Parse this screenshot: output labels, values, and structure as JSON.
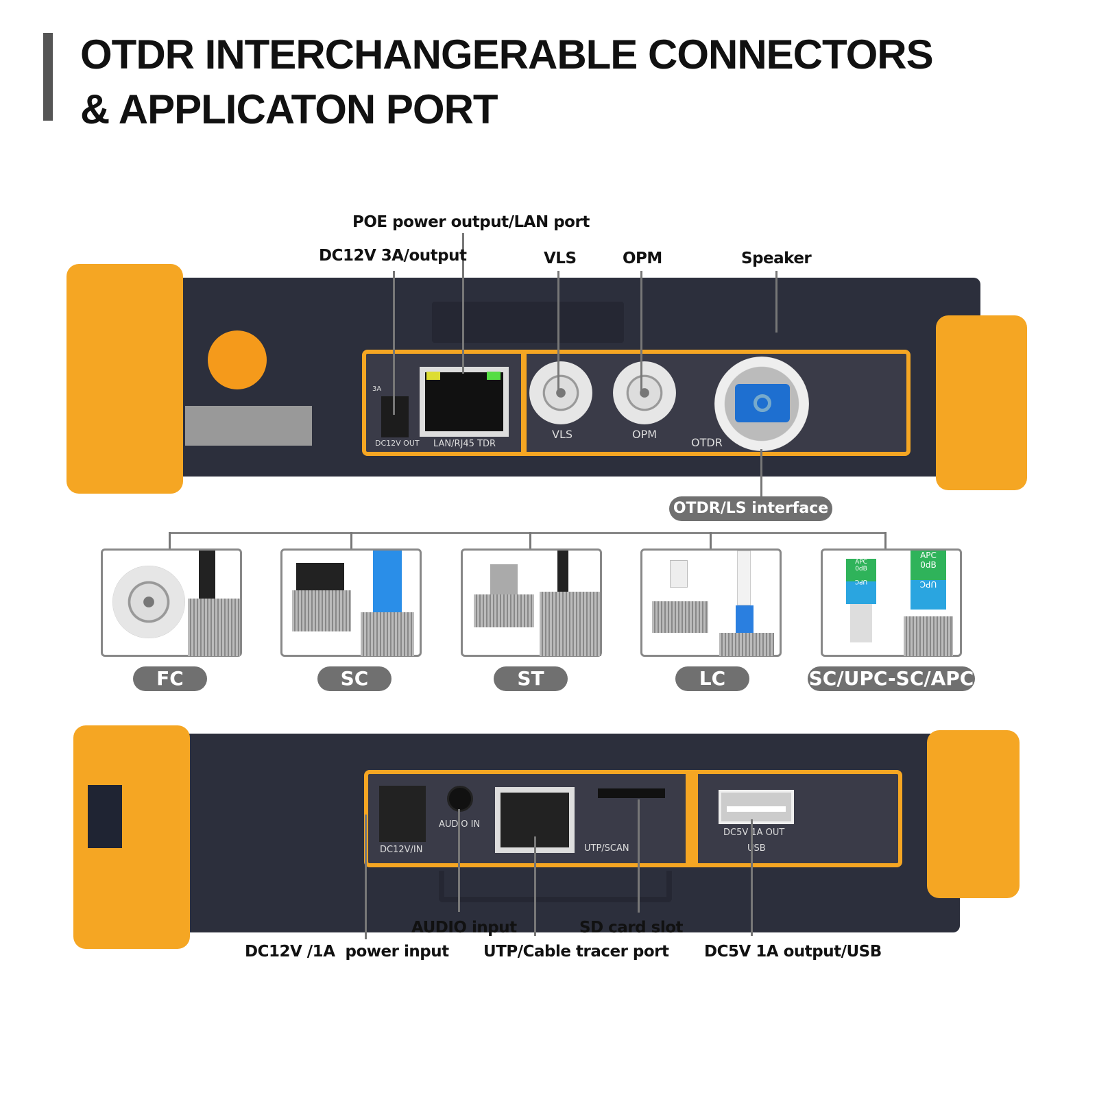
{
  "title": {
    "line1": "OTDR INTERCHANGERABLE CONNECTORS",
    "line2": "& APPLICATON PORT"
  },
  "top_device": {
    "callouts": {
      "poe": "POE power output/LAN port",
      "dc12v_out": "DC12V 3A/output",
      "vls": "VLS",
      "opm": "OPM",
      "speaker": "Speaker",
      "otdr_ls": "OTDR/LS interface"
    },
    "printed": {
      "a3": "3A",
      "dc12v_out": "DC12V OUT",
      "lan": "LAN/RJ45 TDR",
      "vls": "VLS",
      "opm": "OPM",
      "otdr": "OTDR"
    }
  },
  "connectors": [
    {
      "label": "FC"
    },
    {
      "label": "SC"
    },
    {
      "label": "ST"
    },
    {
      "label": "LC"
    },
    {
      "label": "SC/UPC-SC/APC"
    }
  ],
  "attenuator": {
    "apc": "APC",
    "db": "0dB",
    "upc": "UPC"
  },
  "bottom_device": {
    "callouts": {
      "audio": "AUDIO input",
      "sd": "SD card slot",
      "dc12v_in": "DC12V /1A  power input",
      "utp": "UTP/Cable tracer port",
      "usb": "DC5V 1A output/USB"
    },
    "printed": {
      "audio_in": "AUDIO IN",
      "dc12v_in": "DC12V/IN",
      "utp_scan": "UTP/SCAN",
      "dc5v": "DC5V 1A OUT",
      "usb": "USB"
    }
  },
  "colors": {
    "accent": "#f5a623",
    "body": "#2c2f3c",
    "pill": "#707070"
  }
}
